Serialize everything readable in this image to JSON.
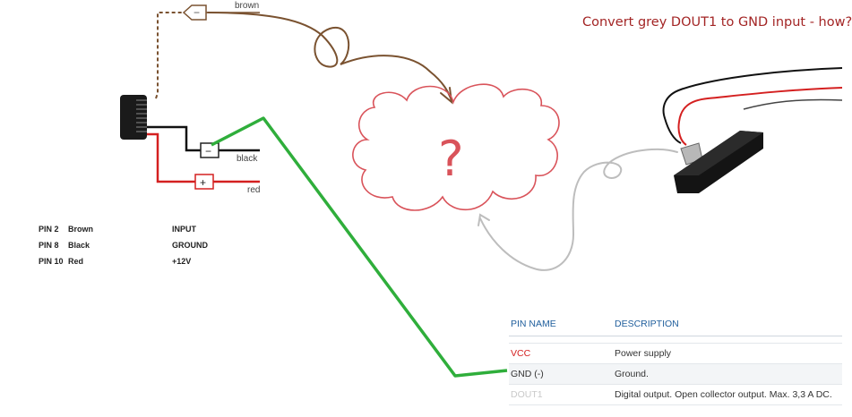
{
  "title": "Convert grey DOUT1 to GND input - how?",
  "wires": {
    "brown": "brown",
    "black": "black",
    "red": "red"
  },
  "terminals": {
    "minus": "−",
    "plus": "+"
  },
  "cloud": {
    "mark": "?"
  },
  "pin_table": [
    {
      "pin": "PIN 2",
      "color": "Brown",
      "function": "INPUT"
    },
    {
      "pin": "PIN 8",
      "color": "Black",
      "function": "GROUND"
    },
    {
      "pin": "PIN 10",
      "color": "Red",
      "function": "+12V"
    }
  ],
  "desc_table": {
    "headers": [
      "PIN NAME",
      "DESCRIPTION"
    ],
    "rows": [
      {
        "pin": "VCC",
        "description": "Power supply"
      },
      {
        "pin": "GND (-)",
        "description": "Ground."
      },
      {
        "pin": "DOUT1",
        "description": "Digital output. Open collector output. Max. 3,3 A DC."
      }
    ]
  },
  "colors": {
    "title": "#a32525",
    "brown_wire": "#7a5230",
    "red_wire": "#d42020",
    "black_wire": "#111111",
    "green_arrow": "#2fae3b",
    "cloud": "#d9535a",
    "grey_arrow": "#bdbdbd",
    "header_blue": "#1f5e9c"
  }
}
